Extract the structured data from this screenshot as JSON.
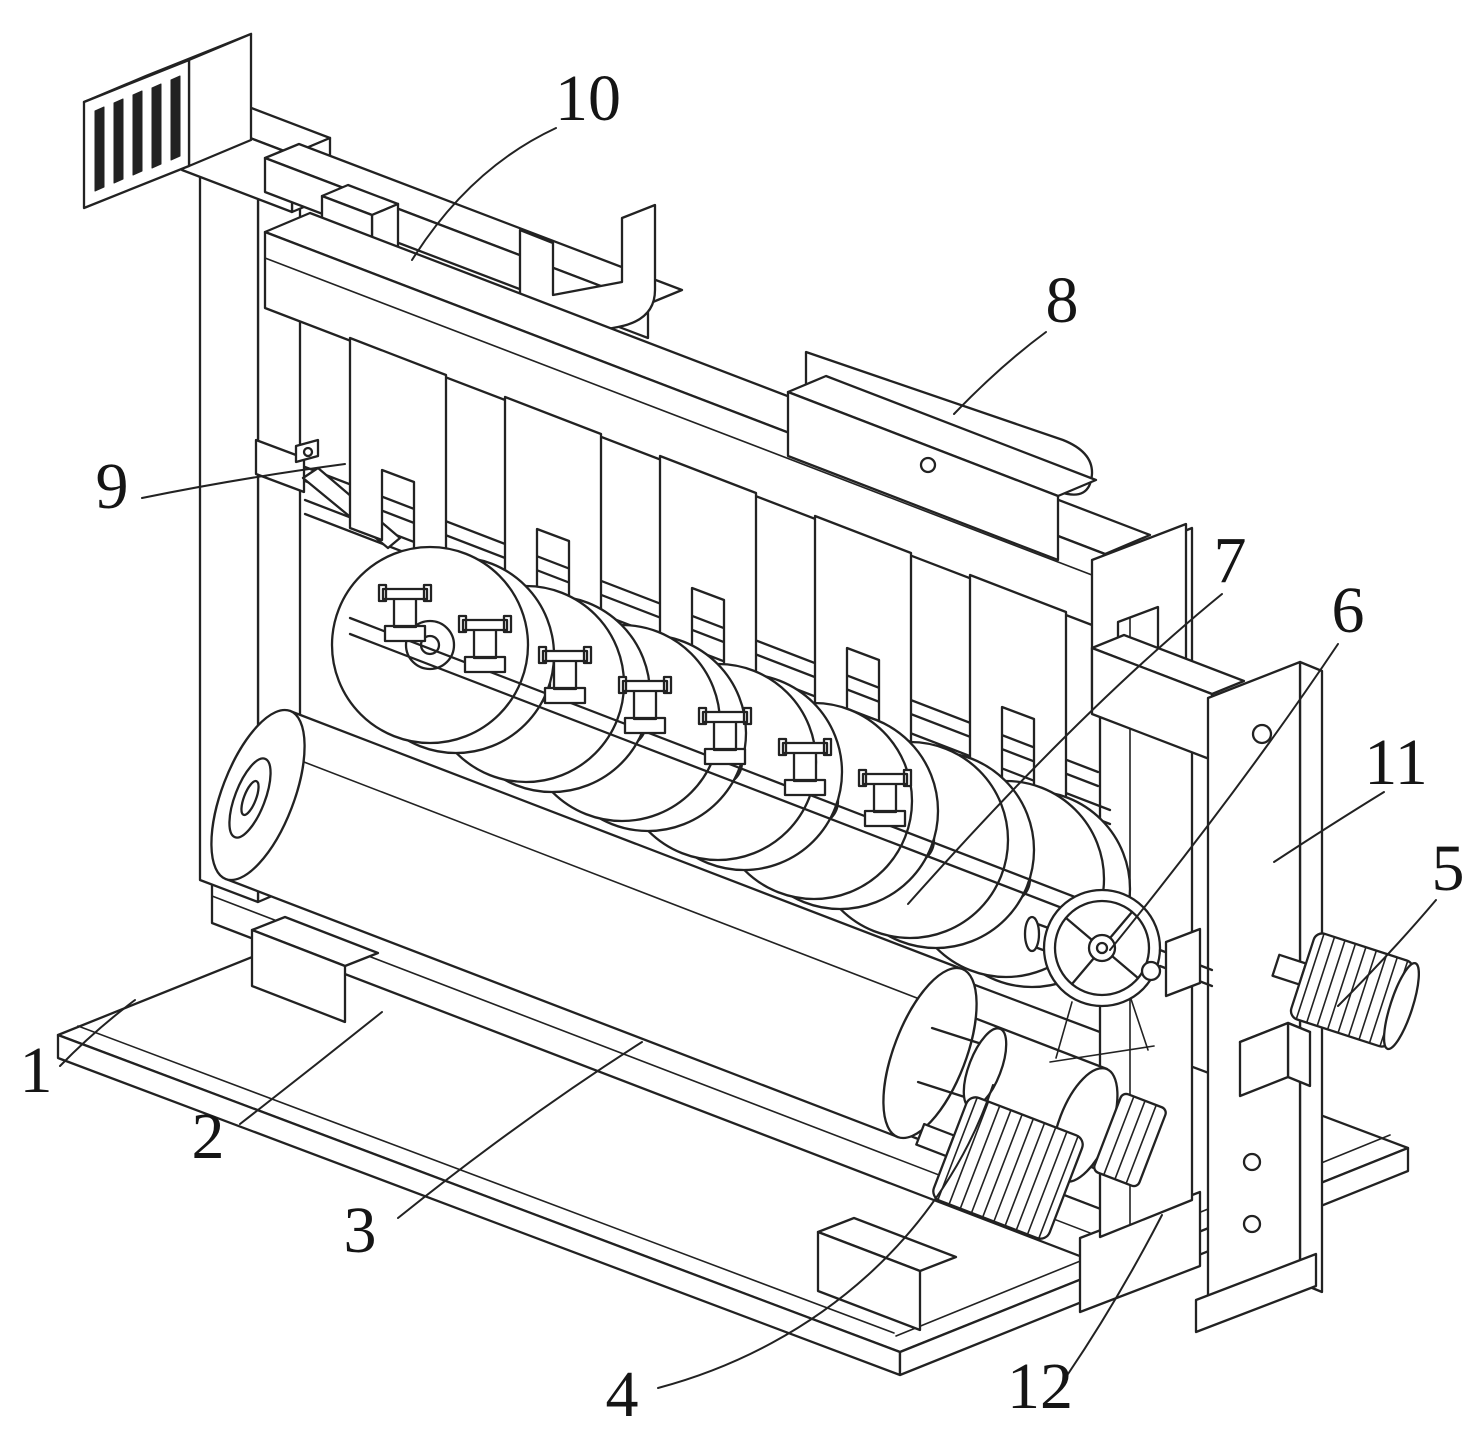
{
  "figure": {
    "background": "#ffffff",
    "line_color": "#222222",
    "label_color": "#151515"
  },
  "labels": [
    {
      "num": "1"
    },
    {
      "num": "2"
    },
    {
      "num": "3"
    },
    {
      "num": "4"
    },
    {
      "num": "5"
    },
    {
      "num": "6"
    },
    {
      "num": "7"
    },
    {
      "num": "8"
    },
    {
      "num": "9"
    },
    {
      "num": "10"
    },
    {
      "num": "11"
    },
    {
      "num": "12"
    }
  ]
}
